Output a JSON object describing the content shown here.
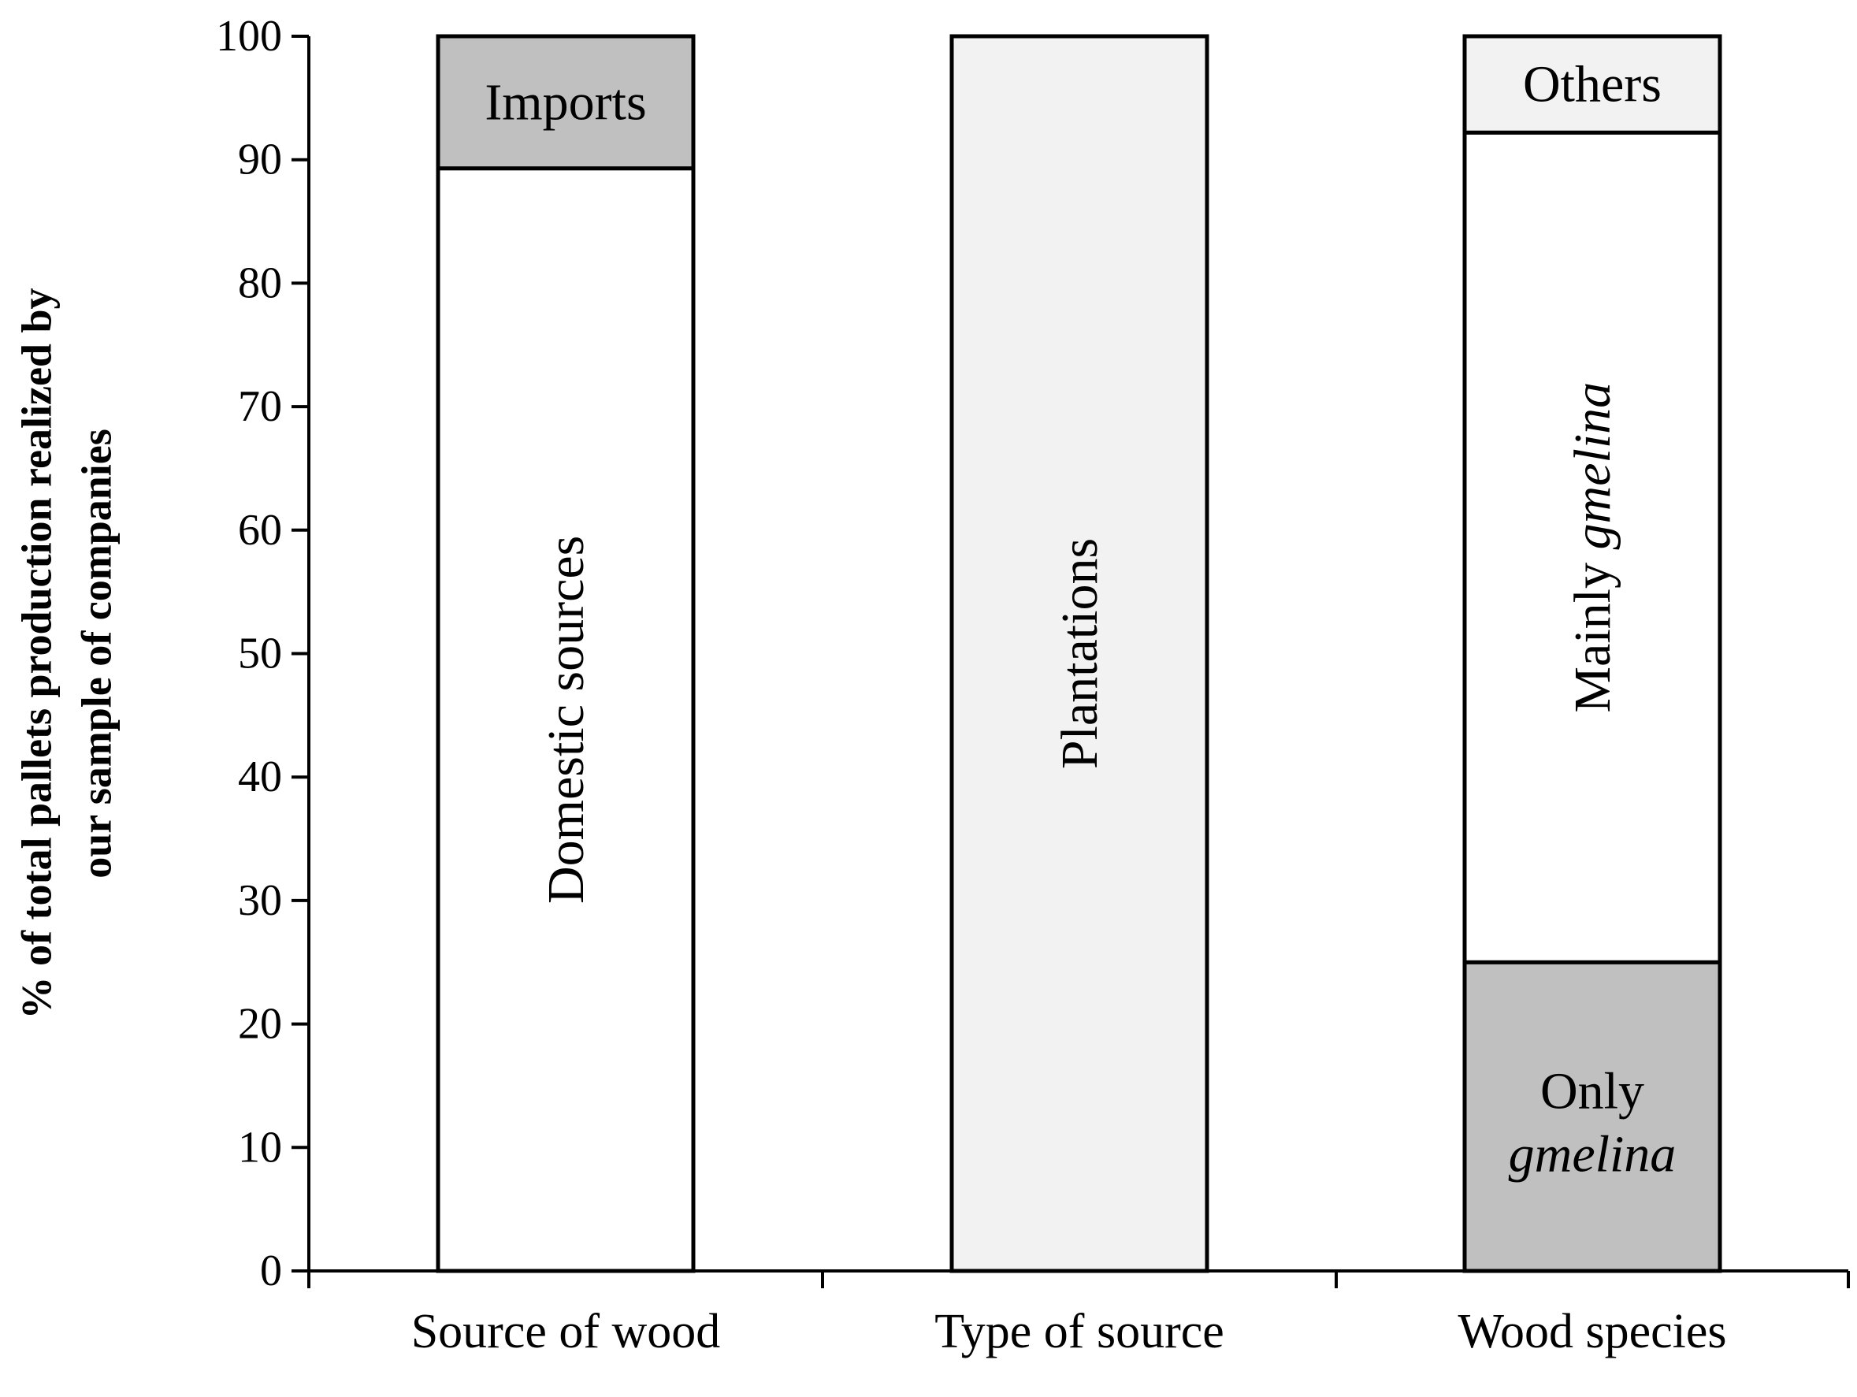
{
  "chart_data": {
    "type": "bar",
    "stacked": true,
    "ylabel_lines": [
      "% of total pallets production realized by",
      "our sample of companies"
    ],
    "ylim": [
      0,
      100
    ],
    "y_ticks": [
      "0",
      "10",
      "20",
      "30",
      "40",
      "50",
      "60",
      "70",
      "80",
      "90",
      "100"
    ],
    "grid": false,
    "categories": [
      "Source of wood",
      "Type of source",
      "Wood species"
    ],
    "series": [
      {
        "category": "Source of wood",
        "segments": [
          {
            "label": "Domestic sources",
            "value": 89.3,
            "color": "#ffffff",
            "label_orientation": "vertical"
          },
          {
            "label": "Imports",
            "value": 10.7,
            "color": "#c0c0c0",
            "label_orientation": "horizontal"
          }
        ]
      },
      {
        "category": "Type of source",
        "segments": [
          {
            "label": "Plantations",
            "value": 100,
            "color": "#f2f2f2",
            "label_orientation": "vertical"
          }
        ]
      },
      {
        "category": "Wood species",
        "segments": [
          {
            "label": "Only",
            "label_italic": "gmelina",
            "value": 25,
            "color": "#c0c0c0",
            "label_orientation": "horizontal-two-line"
          },
          {
            "label": "Mainly ",
            "label_italic": "gmelina",
            "value": 67.2,
            "color": "#ffffff",
            "label_orientation": "vertical"
          },
          {
            "label": "Others",
            "value": 7.8,
            "color": "#f2f2f2",
            "label_orientation": "horizontal"
          }
        ]
      }
    ]
  }
}
